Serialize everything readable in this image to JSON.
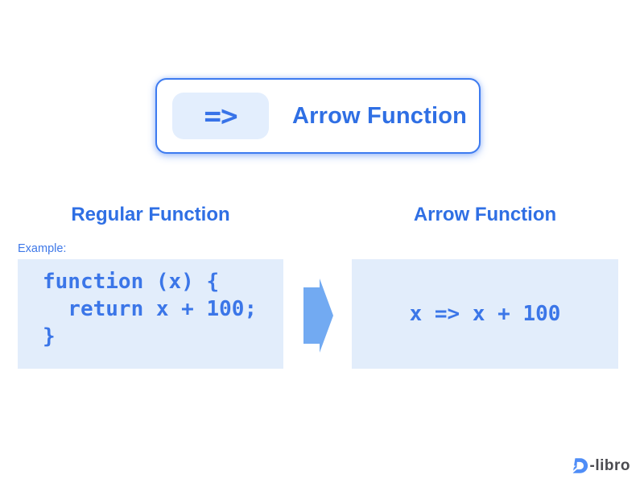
{
  "title_card": {
    "icon_label": "=>",
    "title": "Arrow Function"
  },
  "columns": {
    "left": {
      "heading": "Regular Function",
      "example_label": "Example:",
      "code_lines": [
        "function (x) {",
        "  return x + 100;",
        "}"
      ]
    },
    "right": {
      "heading": "Arrow Function",
      "code": "x => x + 100"
    }
  },
  "transform_arrow": {
    "direction": "right"
  },
  "footer": {
    "brand_text": "-libro"
  },
  "colors": {
    "accent_blue": "#2f6fe4",
    "code_blue": "#3b76e8",
    "panel_background": "#e2edfb",
    "badge_background": "#e3eefd",
    "card_border": "#3d7bf0",
    "arrow_fill": "#72aaf2",
    "brand_blue": "#4f8df7",
    "brand_gray": "#4a4a4f"
  }
}
